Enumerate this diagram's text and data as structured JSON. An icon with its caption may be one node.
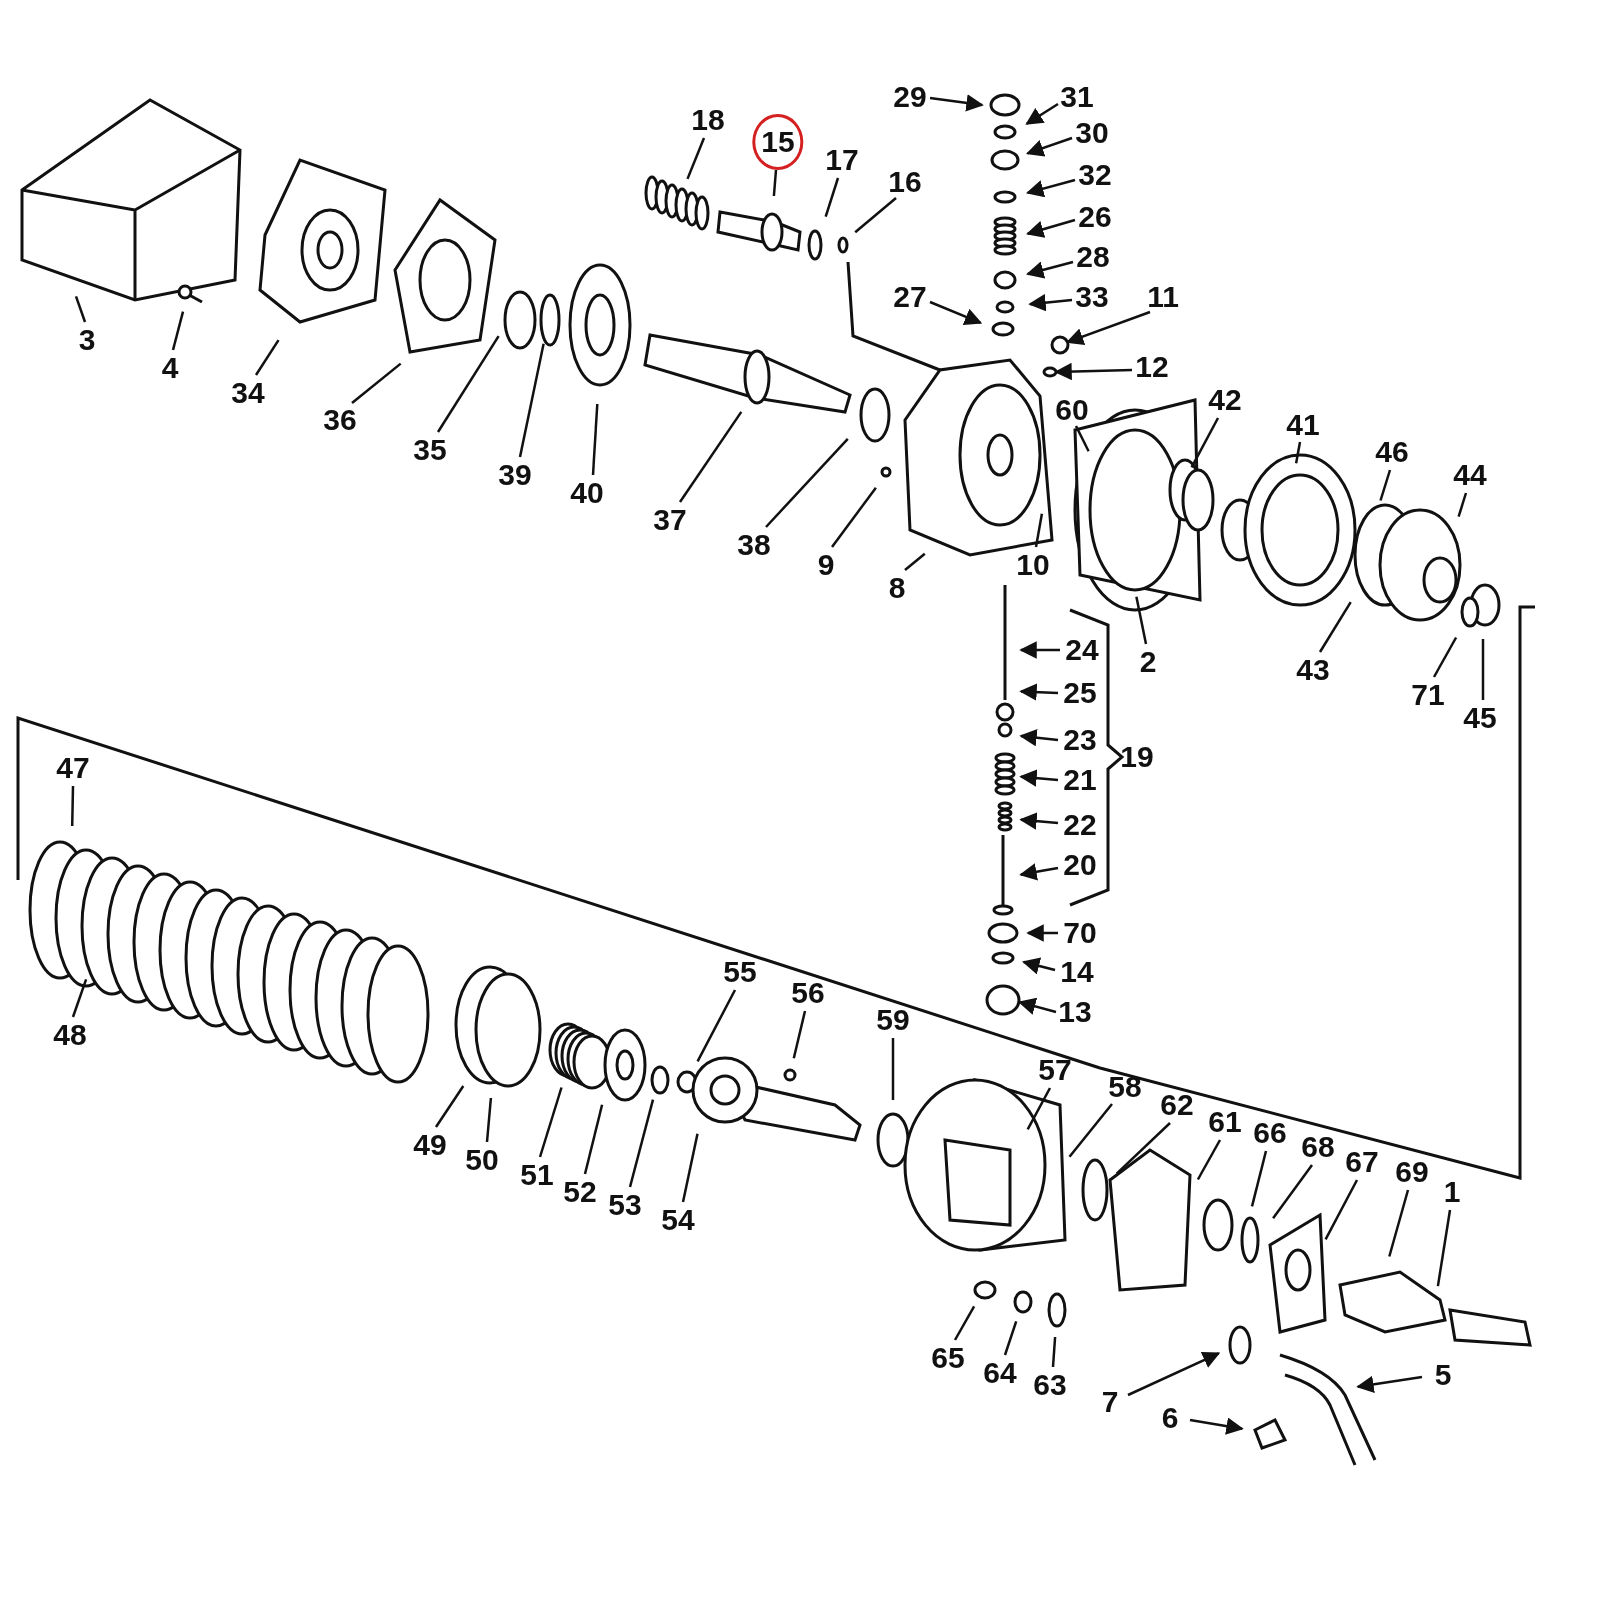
{
  "diagram": {
    "nodes": [
      {
        "text": [
          "29"
        ]
      },
      {
        "text": [
          "31"
        ]
      },
      {
        "text": [
          "18"
        ]
      },
      {
        "text": [
          "15"
        ]
      },
      {
        "text": [
          "30"
        ]
      },
      {
        "text": [
          "17"
        ]
      },
      {
        "text": [
          "16"
        ]
      },
      {
        "text": [
          "32"
        ]
      },
      {
        "text": [
          "26"
        ]
      },
      {
        "text": [
          "28"
        ]
      },
      {
        "text": [
          "27"
        ]
      },
      {
        "text": [
          "33"
        ]
      },
      {
        "text": [
          "11"
        ]
      },
      {
        "text": [
          "3"
        ]
      },
      {
        "text": [
          "4"
        ]
      },
      {
        "text": [
          "12"
        ]
      },
      {
        "text": [
          "34"
        ]
      },
      {
        "text": [
          "60"
        ]
      },
      {
        "text": [
          "42"
        ]
      },
      {
        "text": [
          "36"
        ]
      },
      {
        "text": [
          "41"
        ]
      },
      {
        "text": [
          "35"
        ]
      },
      {
        "text": [
          "46"
        ]
      },
      {
        "text": [
          "44"
        ]
      },
      {
        "text": [
          "39"
        ]
      },
      {
        "text": [
          "40"
        ]
      },
      {
        "text": [
          "37"
        ]
      },
      {
        "text": [
          "38"
        ]
      },
      {
        "text": [
          "9"
        ]
      },
      {
        "text": [
          "10"
        ]
      },
      {
        "text": [
          "8"
        ]
      },
      {
        "text": [
          "2"
        ]
      },
      {
        "text": [
          "43"
        ]
      },
      {
        "text": [
          "24"
        ]
      },
      {
        "text": [
          "25"
        ]
      },
      {
        "text": [
          "71"
        ]
      },
      {
        "text": [
          "45"
        ]
      },
      {
        "text": [
          "23"
        ]
      },
      {
        "text": [
          "47"
        ]
      },
      {
        "text": [
          "21"
        ]
      },
      {
        "text": [
          "22"
        ]
      },
      {
        "text": [
          "20"
        ]
      },
      {
        "text": [
          "70"
        ]
      },
      {
        "text": [
          "55"
        ]
      },
      {
        "text": [
          "14"
        ]
      },
      {
        "text": [
          "56"
        ]
      },
      {
        "text": [
          "13"
        ]
      },
      {
        "text": [
          "59"
        ]
      },
      {
        "text": [
          "48"
        ]
      },
      {
        "text": [
          "57"
        ]
      },
      {
        "text": [
          "58"
        ]
      },
      {
        "text": [
          "62"
        ]
      },
      {
        "text": [
          "61"
        ]
      },
      {
        "text": [
          "66"
        ]
      },
      {
        "text": [
          "68"
        ]
      },
      {
        "text": [
          "67"
        ]
      },
      {
        "text": [
          "69"
        ]
      },
      {
        "text": [
          "1"
        ]
      },
      {
        "text": [
          "49"
        ]
      },
      {
        "text": [
          "50"
        ]
      },
      {
        "text": [
          "51"
        ]
      },
      {
        "text": [
          "52"
        ]
      },
      {
        "text": [
          "53"
        ]
      },
      {
        "text": [
          "54"
        ]
      },
      {
        "text": [
          "65"
        ]
      },
      {
        "text": [
          "64"
        ]
      },
      {
        "text": [
          "63"
        ]
      },
      {
        "text": [
          "5"
        ]
      },
      {
        "text": [
          "7"
        ]
      },
      {
        "text": [
          "6"
        ]
      },
      {
        "text": [],
        "shape": "circle"
      },
      {
        "text": [],
        "shape": "circle"
      }
    ],
    "edges": [
      {
        "from": 0,
        "to": null,
        "arrow": "to"
      },
      {
        "from": 1,
        "to": null,
        "arrow": "to"
      },
      {
        "from": 2,
        "to": null,
        "arrow": "none"
      },
      {
        "from": 3,
        "to": null,
        "arrow": "none"
      },
      {
        "from": 4,
        "to": null,
        "arrow": "to"
      },
      {
        "from": 5,
        "to": null,
        "arrow": "none"
      },
      {
        "from": 6,
        "to": null,
        "arrow": "none"
      },
      {
        "from": 7,
        "to": null,
        "arrow": "to"
      },
      {
        "from": 8,
        "to": null,
        "arrow": "to"
      },
      {
        "from": 9,
        "to": null,
        "arrow": "to"
      },
      {
        "from": 10,
        "to": null,
        "arrow": "to"
      },
      {
        "from": 11,
        "to": null,
        "arrow": "to"
      },
      {
        "from": 12,
        "to": 70,
        "arrow": "to"
      },
      {
        "from": 13,
        "to": null,
        "arrow": "none"
      },
      {
        "from": 14,
        "to": null,
        "arrow": "none"
      },
      {
        "from": 15,
        "to": 71,
        "arrow": "to"
      },
      {
        "from": 16,
        "to": null,
        "arrow": "none"
      },
      {
        "from": 17,
        "to": null,
        "arrow": "none"
      },
      {
        "from": 18,
        "to": null,
        "arrow": "none"
      },
      {
        "from": 19,
        "to": null,
        "arrow": "none"
      },
      {
        "from": 20,
        "to": null,
        "arrow": "none"
      },
      {
        "from": 21,
        "to": null,
        "arrow": "none"
      },
      {
        "from": 22,
        "to": null,
        "arrow": "none"
      },
      {
        "from": 23,
        "to": null,
        "arrow": "none"
      },
      {
        "from": 24,
        "to": null,
        "arrow": "none"
      },
      {
        "from": 25,
        "to": null,
        "arrow": "none"
      },
      {
        "from": 26,
        "to": null,
        "arrow": "none"
      },
      {
        "from": 27,
        "to": null,
        "arrow": "none"
      },
      {
        "from": 28,
        "to": null,
        "arrow": "none"
      },
      {
        "from": 29,
        "to": null,
        "arrow": "none"
      },
      {
        "from": 30,
        "to": null,
        "arrow": "none"
      },
      {
        "from": 31,
        "to": null,
        "arrow": "none"
      },
      {
        "from": 32,
        "to": null,
        "arrow": "none"
      },
      {
        "from": 33,
        "to": null,
        "arrow": "to"
      },
      {
        "from": 34,
        "to": null,
        "arrow": "to"
      },
      {
        "from": 35,
        "to": null,
        "arrow": "none"
      },
      {
        "from": 36,
        "to": null,
        "arrow": "none"
      },
      {
        "from": 37,
        "to": null,
        "arrow": "to"
      },
      {
        "from": 38,
        "to": null,
        "arrow": "none"
      },
      {
        "from": 39,
        "to": null,
        "arrow": "to"
      },
      {
        "from": 40,
        "to": null,
        "arrow": "to"
      },
      {
        "from": 41,
        "to": null,
        "arrow": "to"
      },
      {
        "from": 42,
        "to": null,
        "arrow": "to"
      },
      {
        "from": 43,
        "to": null,
        "arrow": "none"
      },
      {
        "from": 44,
        "to": null,
        "arrow": "to"
      },
      {
        "from": 45,
        "to": null,
        "arrow": "none"
      },
      {
        "from": 46,
        "to": null,
        "arrow": "to"
      },
      {
        "from": 47,
        "to": null,
        "arrow": "none"
      },
      {
        "from": 48,
        "to": null,
        "arrow": "none"
      },
      {
        "from": 49,
        "to": null,
        "arrow": "none"
      },
      {
        "from": 50,
        "to": null,
        "arrow": "none"
      },
      {
        "from": 51,
        "to": null,
        "arrow": "none"
      },
      {
        "from": 52,
        "to": null,
        "arrow": "none"
      },
      {
        "from": 53,
        "to": null,
        "arrow": "none"
      },
      {
        "from": 54,
        "to": null,
        "arrow": "none"
      },
      {
        "from": 55,
        "to": null,
        "arrow": "none"
      },
      {
        "from": 56,
        "to": null,
        "arrow": "none"
      },
      {
        "from": 57,
        "to": null,
        "arrow": "none"
      },
      {
        "from": 58,
        "to": null,
        "arrow": "none"
      },
      {
        "from": 59,
        "to": null,
        "arrow": "none"
      },
      {
        "from": 60,
        "to": null,
        "arrow": "none"
      },
      {
        "from": 61,
        "to": null,
        "arrow": "none"
      },
      {
        "from": 62,
        "to": null,
        "arrow": "none"
      },
      {
        "from": 63,
        "to": null,
        "arrow": "none"
      },
      {
        "from": 64,
        "to": null,
        "arrow": "none"
      },
      {
        "from": 65,
        "to": null,
        "arrow": "none"
      },
      {
        "from": 66,
        "to": null,
        "arrow": "none"
      },
      {
        "from": 67,
        "to": null,
        "arrow": "to"
      },
      {
        "from": 68,
        "to": null,
        "arrow": "to"
      },
      {
        "from": 69,
        "to": null,
        "arrow": "to"
      }
    ],
    "labels": [
      "19"
    ]
  }
}
